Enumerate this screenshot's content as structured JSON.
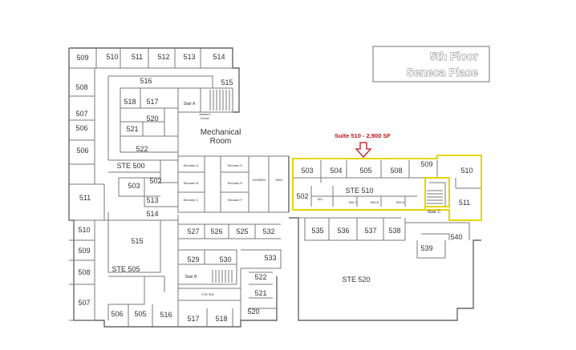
{
  "title": {
    "line1": "5th Floor",
    "line2": "Seneca Place"
  },
  "callout": {
    "text": "Suite 510 - 2,900 SF",
    "color": "#c0141b"
  },
  "highlight_color": "#e6d500",
  "rooms": {
    "r509a": "509",
    "r510a": "510",
    "r511a": "511",
    "r512": "512",
    "r513a": "513",
    "r514a": "514",
    "r508a": "508",
    "r516a": "516",
    "r515a": "515",
    "r518a": "518",
    "r517a": "517",
    "r507a": "507",
    "r520a": "520",
    "r521a": "521",
    "r522a": "522",
    "r506a": "506",
    "ste500": "STE 500",
    "r503a": "503",
    "r502a": "502",
    "r513b": "513",
    "r514b": "514",
    "r511b": "511",
    "r510b": "510",
    "r509b": "509",
    "r508b": "508",
    "r507b": "507",
    "r515b": "515",
    "ste505": "STE 505",
    "r506b": "506",
    "r505": "505",
    "r516b": "516",
    "r517b": "517",
    "r518b": "518",
    "r520b": "520",
    "r521b": "521",
    "r522b": "522",
    "r527": "527",
    "r526": "526",
    "r525": "525",
    "r532": "532",
    "r529": "529",
    "r530": "530",
    "r533": "533",
    "ste505b": "STE 505",
    "r503b": "503",
    "r504": "504",
    "r505b": "505",
    "r508c": "508",
    "r509c": "509",
    "r510c": "510",
    "r502b": "502",
    "r501": "501",
    "ste510": "STE 510",
    "r506b2": "506 B",
    "r506c": "506 C",
    "r506a2": "506 A",
    "r511c": "511",
    "r535": "535",
    "r536": "536",
    "r537": "537",
    "r538": "538",
    "r540": "540",
    "r539": "539",
    "ste520": "STE 520"
  },
  "labels": {
    "mechanical1": "Mechanical",
    "mechanical2": "Room",
    "stair_a": "Stair A",
    "stair_b": "Stair B",
    "stair_c": "Stair C",
    "janitor1": "Janitor's",
    "janitor2": "Closet",
    "elev_a": "Elevator A",
    "elev_b": "Elevator B",
    "elev_c": "Elevator C",
    "elev_d": "Elevator D",
    "elev_e": "Elevator E",
    "elev_f": "Elevator F",
    "women": "WOMEN",
    "men": "MEN"
  }
}
